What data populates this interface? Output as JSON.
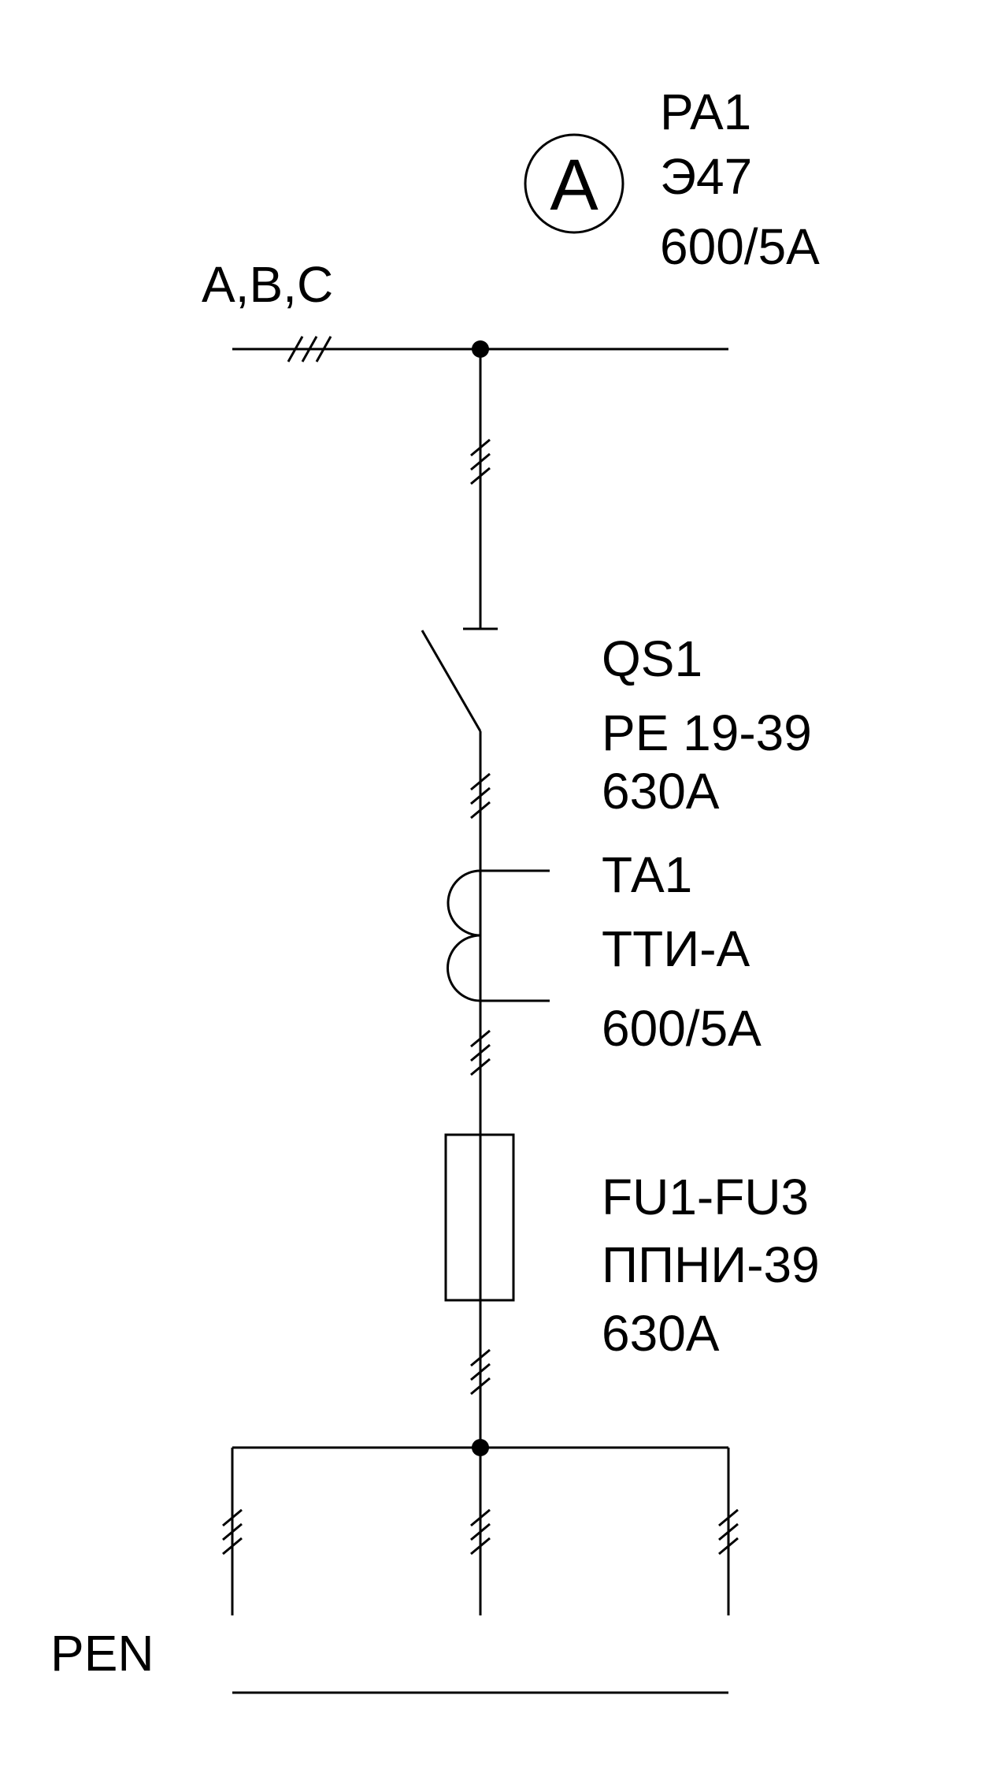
{
  "phases_label": "A,B,C",
  "pen_label": "PEN",
  "ammeter": {
    "symbol": "A",
    "lines": [
      "PA1",
      "Э47",
      "600/5А"
    ]
  },
  "switch": {
    "lines": [
      "QS1",
      "РЕ 19-39",
      "630А"
    ]
  },
  "current_transformer": {
    "lines": [
      "ТА1",
      "ТТИ-А",
      "600/5А"
    ]
  },
  "fuses": {
    "lines": [
      "FU1-FU3",
      "ППНИ-39",
      "630А"
    ]
  },
  "colors": {
    "line": "#000000",
    "background": "#ffffff"
  }
}
